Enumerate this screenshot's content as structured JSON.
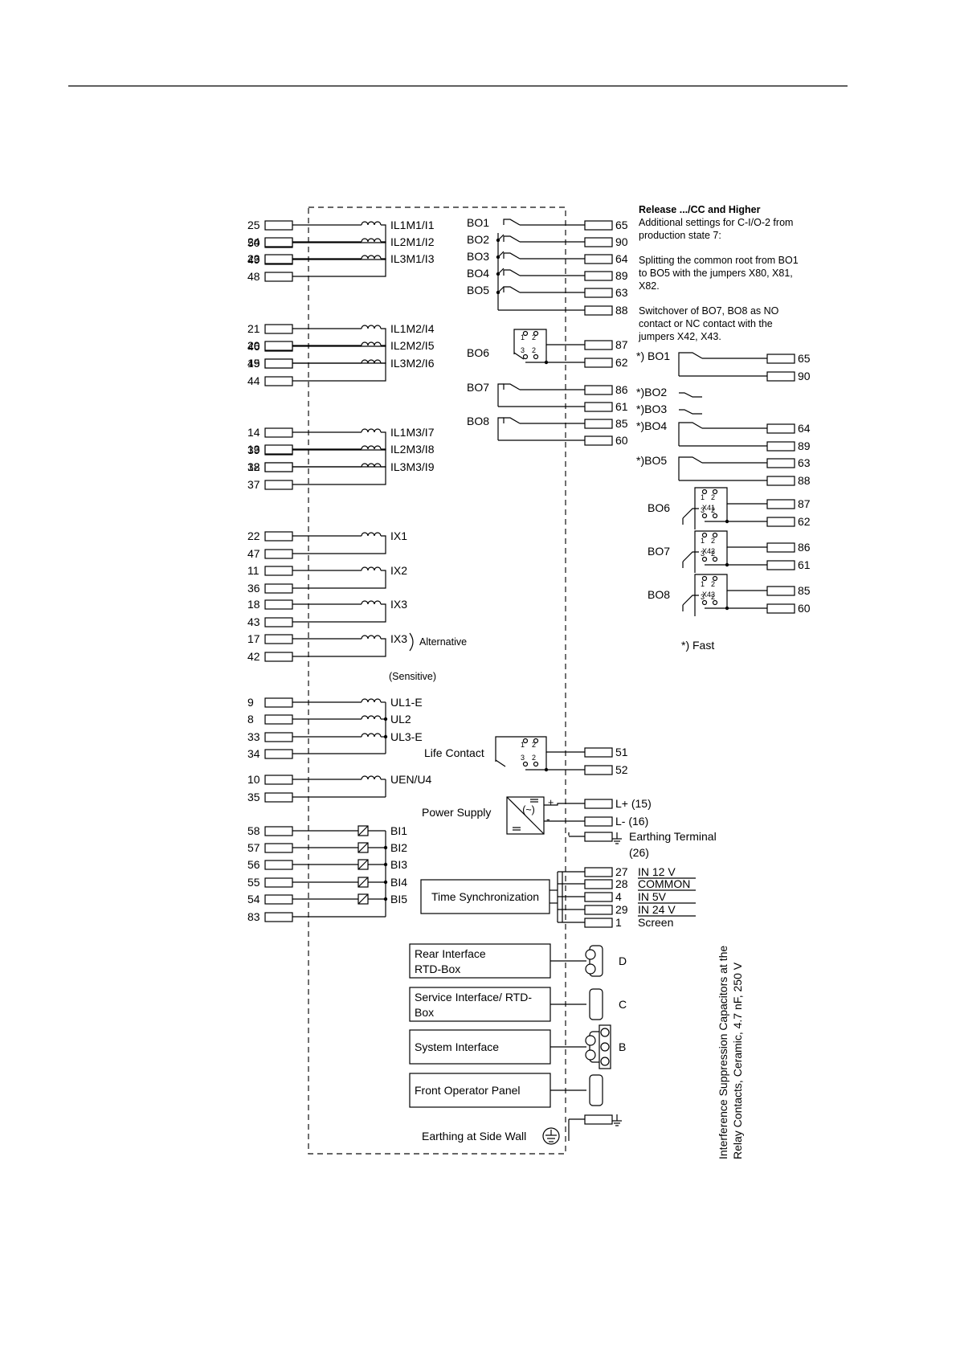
{
  "inputs": [
    {
      "top": "25",
      "bottom": "50",
      "label": "IL1M1/I1"
    },
    {
      "top": "24",
      "bottom": "49",
      "label": "IL2M1/I2"
    },
    {
      "top": "23",
      "bottom": "48",
      "label": "IL3M1/I3"
    },
    {
      "top": "21",
      "bottom": "46",
      "label": "IL1M2/I4"
    },
    {
      "top": "20",
      "bottom": "45",
      "label": "IL2M2/I5"
    },
    {
      "top": "19",
      "bottom": "44",
      "label": "IL3M2/I6"
    },
    {
      "top": "14",
      "bottom": "39",
      "label": "IL1M3/I7"
    },
    {
      "top": "13",
      "bottom": "38",
      "label": "IL2M3/I8"
    },
    {
      "top": "12",
      "bottom": "37",
      "label": "IL3M3/I9"
    },
    {
      "top": "22",
      "bottom": "47",
      "label": "IX1"
    },
    {
      "top": "11",
      "bottom": "36",
      "label": "IX2"
    },
    {
      "top": "18",
      "bottom": "43",
      "label": "IX3"
    },
    {
      "top": "17",
      "bottom": "42",
      "label": "IX3"
    }
  ],
  "ix3_alternative": "Alternative",
  "ix3_sensitive": "(Sensitive)",
  "voltage": [
    {
      "term": "9",
      "label": "UL1-E"
    },
    {
      "term": "8",
      "label": "UL2"
    },
    {
      "term": "33",
      "label": "UL3-E"
    },
    {
      "term": "34",
      "label": ""
    },
    {
      "term": "10",
      "label": "UEN/U4"
    },
    {
      "term": "35",
      "label": ""
    }
  ],
  "binary_inputs": [
    {
      "term": "58",
      "label": "BI1"
    },
    {
      "term": "57",
      "label": "BI2"
    },
    {
      "term": "56",
      "label": "BI3"
    },
    {
      "term": "55",
      "label": "BI4"
    },
    {
      "term": "54",
      "label": "BI5"
    },
    {
      "term": "83",
      "label": ""
    }
  ],
  "relays": [
    {
      "label": "BO1",
      "term": "65"
    },
    {
      "label": "BO2",
      "term": "90"
    },
    {
      "label": "BO3",
      "term": "64"
    },
    {
      "label": "BO4",
      "term": "89"
    },
    {
      "label": "BO5",
      "term": "63"
    },
    {
      "label": "",
      "term": "88"
    }
  ],
  "bo6": {
    "label": "BO6",
    "t1": "87",
    "t2": "62",
    "p1": "1",
    "p2": "2",
    "p3": "3",
    "p4": "2"
  },
  "bo7": {
    "label": "BO7",
    "t1": "86",
    "t2": "61"
  },
  "bo8": {
    "label": "BO8",
    "t1": "85",
    "t2": "60"
  },
  "life_contact": {
    "label": "Life Contact",
    "t1": "51",
    "t2": "52",
    "p1": "1",
    "p2": "2",
    "p3": "3",
    "p4": "2"
  },
  "power_supply": {
    "label": "Power Supply",
    "plus": "+",
    "minus": "-",
    "tilde": "(~)",
    "t_plus": "L+ (15)",
    "t_minus": "L- (16)",
    "earth_label": "Earthing Terminal",
    "earth_num": "(26)"
  },
  "time_sync": {
    "label": "Time Synchronization",
    "rows": [
      {
        "num": "27",
        "label": "IN 12 V"
      },
      {
        "num": "28",
        "label": "COMMON"
      },
      {
        "num": "4",
        "label": "IN 5V"
      },
      {
        "num": "29",
        "label": "IN 24 V"
      },
      {
        "num": "1",
        "label": "Screen"
      }
    ]
  },
  "interfaces": [
    {
      "l1": "Rear Interface",
      "l2": "RTD-Box",
      "port": "D"
    },
    {
      "l1": "Service Interface/ RTD-",
      "l2": "Box",
      "port": "C"
    },
    {
      "l1": "System Interface",
      "l2": "",
      "port": "B"
    },
    {
      "l1": "Front Operator Panel",
      "l2": "",
      "port": ""
    }
  ],
  "earthing_side_wall": "Earthing at Side Wall",
  "notes": {
    "title": "Release .../CC and Higher",
    "n1": "Additional settings for C-I/O-2 from",
    "n2": "production state 7:",
    "n3": "Splitting the common root from BO1",
    "n4": "to BO5 with the jumpers X80, X81,",
    "n5": "X82.",
    "n6": "Switchover of BO7, BO8 as NO",
    "n7": "contact or NC contact with the",
    "n8": "jumpers X42, X43."
  },
  "fast_contacts": [
    {
      "label": "*) BO1",
      "t1": "65",
      "t2": "90"
    },
    {
      "label": "*)BO2",
      "t1": "",
      "t2": ""
    },
    {
      "label": "*)BO3",
      "t1": "",
      "t2": ""
    },
    {
      "label": "*)BO4",
      "t1": "64",
      "t2": "89"
    },
    {
      "label": "*)BO5",
      "t1": "63",
      "t2": "88"
    }
  ],
  "jumper_contacts": [
    {
      "label": "BO6",
      "jumper": "X41",
      "t1": "87",
      "t2": "62"
    },
    {
      "label": "BO7",
      "jumper": "X42",
      "t1": "86",
      "t2": "61"
    },
    {
      "label": "BO8",
      "jumper": "X43",
      "t1": "85",
      "t2": "60"
    }
  ],
  "jumper_pins": {
    "p1": "1",
    "p2": "2",
    "p3": "3",
    "p4": "2"
  },
  "fast_note": "*)  Fast",
  "side_note": {
    "l1": "Interference Suppression Capacitors at the",
    "l2": "Relay Contacts, Ceramic, 4.7 nF, 250 V"
  }
}
